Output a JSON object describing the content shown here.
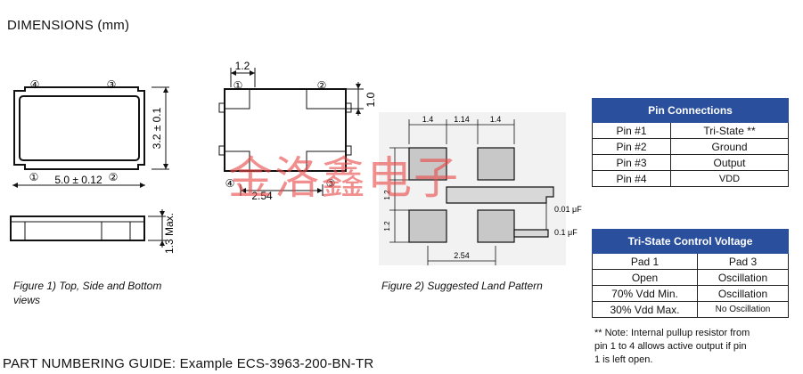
{
  "heading_dimensions": "DIMENSIONS (mm)",
  "figure1": {
    "caption_line1": "Figure 1) Top, Side and Bottom",
    "caption_line2": "views",
    "pin_labels": {
      "p1": "①",
      "p2": "②",
      "p3": "③",
      "p4": "④"
    },
    "dim_width": "5.0 ± 0.12",
    "dim_height": "3.2 ± 0.1",
    "dim_max_height": "1.3 Max."
  },
  "figure_bottom": {
    "dim_pad_width": "1.2",
    "dim_pad_height": "1.0",
    "dim_pitch": "2.54"
  },
  "figure2": {
    "caption": "Figure 2) Suggested Land Pattern",
    "dim_pad_w_left": "1.4",
    "dim_gap": "1.14",
    "dim_pad_w_right": "1.4",
    "dim_pad_h": "1.2",
    "dim_gap_v": "1.2",
    "dim_pitch": "2.54",
    "cap_top": "0.01 μF",
    "cap_bottom": "0.1 μF"
  },
  "watermark_text": "金洛鑫电子",
  "pin_connections": {
    "title": "Pin Connections",
    "rows": [
      {
        "pin": "Pin #1",
        "func": "Tri-State **"
      },
      {
        "pin": "Pin #2",
        "func": "Ground"
      },
      {
        "pin": "Pin #3",
        "func": "Output"
      },
      {
        "pin": "Pin #4",
        "func": "VDD"
      }
    ]
  },
  "tri_state": {
    "title": "Tri-State Control Voltage",
    "col1": "Pad 1",
    "col2": "Pad 3",
    "rows": [
      {
        "pad1": "Open",
        "pad3": "Oscillation"
      },
      {
        "pad1": "70% Vdd Min.",
        "pad3": "Oscillation"
      },
      {
        "pad1": "30% Vdd Max.",
        "pad3": "No Oscillation"
      }
    ]
  },
  "note": {
    "line1": "** Note:  Internal pullup resistor from",
    "line2": "pin 1 to 4 allows  active output  if pin",
    "line3": "1 is left open."
  },
  "heading_part_numbering": "PART NUMBERING GUIDE:  Example ECS-3963-200-BN-TR"
}
